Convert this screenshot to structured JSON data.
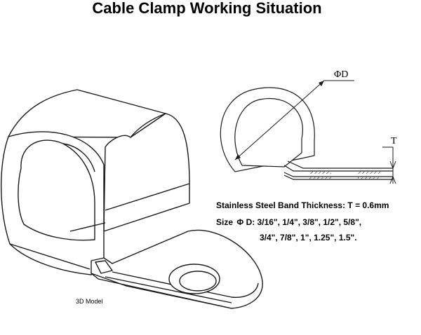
{
  "title": "Cable Clamp Working Situation",
  "model_caption": "3D Model",
  "dimension_labels": {
    "diameter": "ΦD",
    "thickness": "T"
  },
  "specs": {
    "thickness_line": "Stainless Steel Band Thickness: T = 0.6mm",
    "size_prefix": "Size",
    "size_symbol": "Φ",
    "size_values_line1": "D: 3/16\", 1/4\", 3/8\", 1/2\", 5/8\",",
    "size_values_line2": "3/4\", 7/8\", 1\", 1.25\", 1.5\"."
  },
  "colors": {
    "line": "#1a1a1a",
    "background": "#ffffff",
    "hatch": "#555555"
  }
}
